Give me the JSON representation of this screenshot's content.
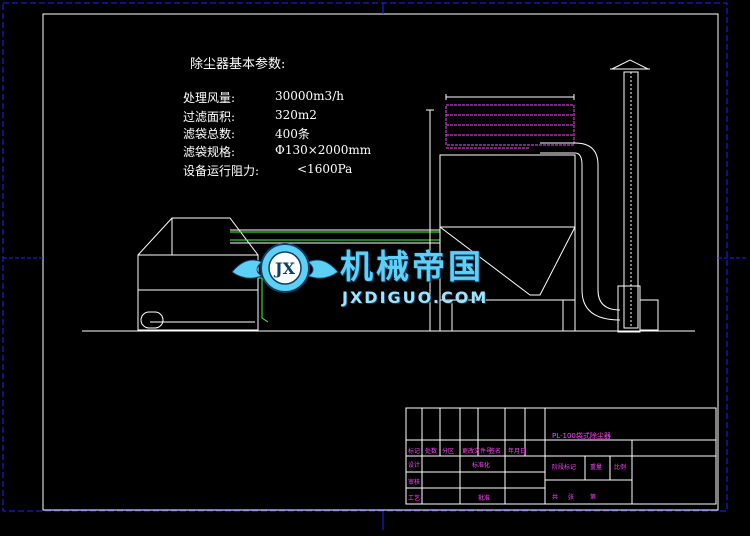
{
  "params": {
    "title": "除尘器基本参数:",
    "rows": [
      {
        "label": "处理风量:",
        "value": "30000m3/h"
      },
      {
        "label": "过滤面积:",
        "value": "320m2"
      },
      {
        "label": "滤袋总数:",
        "value": "400条"
      },
      {
        "label": "滤袋规格:",
        "value": "Φ130×2000mm"
      },
      {
        "label": "设备运行阻力:",
        "value": "<1600Pa"
      }
    ]
  },
  "watermark": {
    "chinese": "机械帝国",
    "english": "JXDIGUO.COM",
    "logo_letters": "JX"
  },
  "title_block": {
    "drawing_name": "PL-100袋式除尘器",
    "cells": [
      "标记",
      "处数",
      "分区",
      "更改文件号",
      "签名",
      "年月日",
      "设计",
      "标准化",
      "审核",
      "工艺",
      "批准",
      "阶段标记",
      "重量",
      "比例",
      "共",
      "张",
      "第"
    ]
  },
  "colors": {
    "background": "#000000",
    "drawing_lines": "#ffffff",
    "frame_dashes": "#2020ff",
    "title_block_text": "#ff40ff",
    "filter_bags": "#ff40ff",
    "duct_green": "#40ff40",
    "watermark": "#5fd0f5"
  }
}
